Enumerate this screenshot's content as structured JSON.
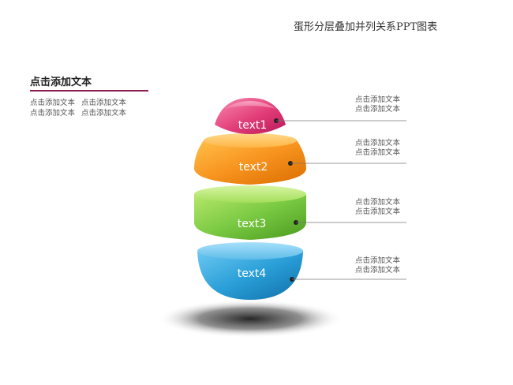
{
  "title": "蛋形分层叠加并列关系PPT图表",
  "left_block": {
    "heading": "点击添加文本",
    "lines": [
      "点击添加文本",
      "点击添加文本",
      "点击添加文本",
      "点击添加文本"
    ]
  },
  "layers": [
    {
      "label": "text1",
      "color": "#e8407a",
      "notes": [
        "点击添加文本",
        "点击添加文本"
      ]
    },
    {
      "label": "text2",
      "color": "#f7931e",
      "notes": [
        "点击添加文本",
        "点击添加文本"
      ]
    },
    {
      "label": "text3",
      "color": "#7ac943",
      "notes": [
        "点击添加文本",
        "点击添加文本"
      ]
    },
    {
      "label": "text4",
      "color": "#2a9fd8",
      "notes": [
        "点击添加文本",
        "点击添加文本"
      ]
    }
  ]
}
